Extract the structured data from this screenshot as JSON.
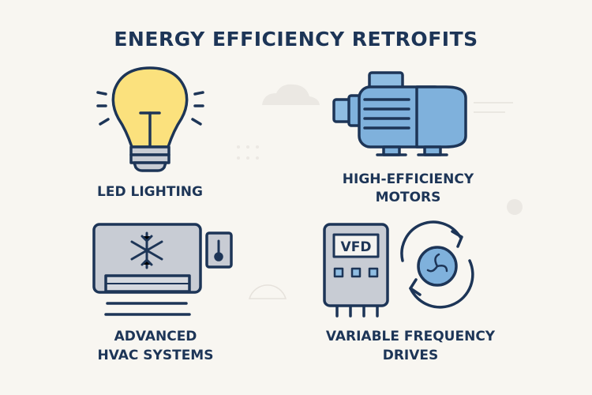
{
  "title": "ENERGY EFFICIENCY RETROFITS",
  "items": [
    {
      "label_lines": [
        "LED LIGHTING"
      ],
      "icon": "lightbulb-icon"
    },
    {
      "label_lines": [
        "HIGH-EFFICIENCY",
        "MOTORS"
      ],
      "icon": "motor-icon"
    },
    {
      "label_lines": [
        "ADVANCED",
        "HVAC SYSTEMS"
      ],
      "icon": "air-conditioner-icon"
    },
    {
      "label_lines": [
        "VARIABLE FREQUENCY",
        "DRIVES"
      ],
      "icon": "vfd-icon",
      "display_text": "VFD"
    }
  ],
  "colors": {
    "navy": "#1d3557",
    "bulb": "#fbe17d",
    "motor": "#7fb1dc",
    "gray": "#c8ccd4",
    "background": "#f8f6f1"
  }
}
